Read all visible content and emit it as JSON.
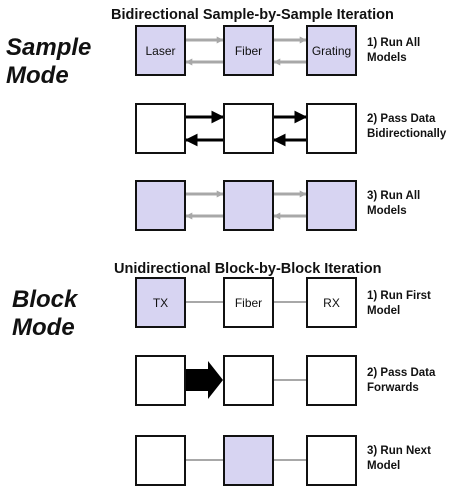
{
  "sample_section": {
    "heading": "Bidirectional Sample-by-Sample Iteration",
    "mode_label_line1": "Sample",
    "mode_label_line2": "Mode",
    "steps": [
      {
        "label_line1": "1) Run All",
        "label_line2": "Models",
        "boxes": [
          "Laser",
          "Fiber",
          "Grating"
        ],
        "filled": [
          true,
          true,
          true
        ],
        "connector": "gray-bidirectional"
      },
      {
        "label_line1": "2) Pass Data",
        "label_line2": "Bidirectionally",
        "boxes": [
          "",
          "",
          ""
        ],
        "filled": [
          false,
          false,
          false
        ],
        "connector": "black-bidirectional"
      },
      {
        "label_line1": "3) Run All",
        "label_line2": "Models",
        "boxes": [
          "",
          "",
          ""
        ],
        "filled": [
          true,
          true,
          true
        ],
        "connector": "gray-bidirectional"
      }
    ]
  },
  "block_section": {
    "heading": "Unidirectional Block-by-Block Iteration",
    "mode_label_line1": "Block",
    "mode_label_line2": "Mode",
    "steps": [
      {
        "label_line1": "1) Run First",
        "label_line2": "Model",
        "boxes": [
          "TX",
          "Fiber",
          "RX"
        ],
        "filled": [
          true,
          false,
          false
        ],
        "connector": "gray-line"
      },
      {
        "label_line1": "2) Pass Data",
        "label_line2": "Forwards",
        "boxes": [
          "",
          "",
          ""
        ],
        "filled": [
          false,
          false,
          false
        ],
        "connector": "block-arrow-first"
      },
      {
        "label_line1": "3) Run Next",
        "label_line2": "Model",
        "boxes": [
          "",
          "",
          ""
        ],
        "filled": [
          false,
          true,
          false
        ],
        "connector": "gray-line"
      }
    ]
  },
  "colors": {
    "box_fill": "#d7d4f2",
    "gray_arrow": "#a8a8a8",
    "black_arrow": "#000000"
  }
}
